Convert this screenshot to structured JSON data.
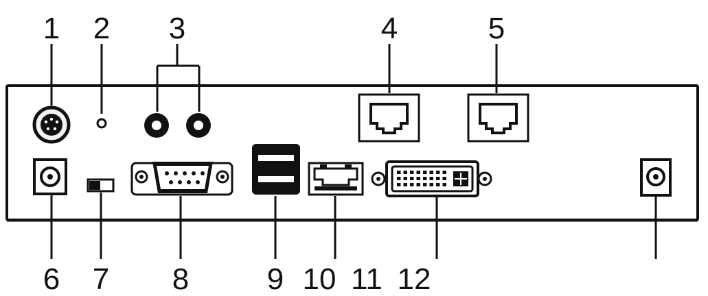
{
  "diagram": {
    "callouts_top": [
      "1",
      "2",
      "3",
      "4",
      "5"
    ],
    "callouts_bottom": [
      "6",
      "7",
      "8",
      "9",
      "10",
      "11",
      "12"
    ]
  },
  "colors": {
    "ink": "#111111",
    "background": "#ffffff"
  }
}
